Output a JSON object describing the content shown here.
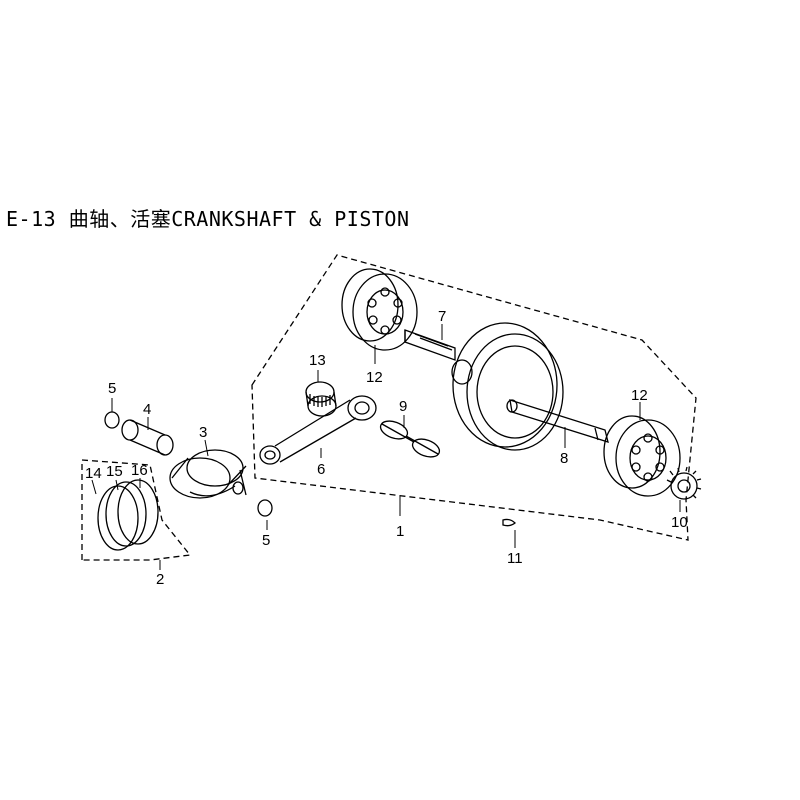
{
  "title": "E-13 曲轴、活塞CRANKSHAFT & PISTON",
  "callouts": [
    {
      "id": "c1",
      "text": "1"
    },
    {
      "id": "c2",
      "text": "2"
    },
    {
      "id": "c3",
      "text": "3"
    },
    {
      "id": "c4",
      "text": "4"
    },
    {
      "id": "c5a",
      "text": "5"
    },
    {
      "id": "c5b",
      "text": "5"
    },
    {
      "id": "c6",
      "text": "6"
    },
    {
      "id": "c7",
      "text": "7"
    },
    {
      "id": "c8",
      "text": "8"
    },
    {
      "id": "c9",
      "text": "9"
    },
    {
      "id": "c10",
      "text": "10"
    },
    {
      "id": "c11",
      "text": "11"
    },
    {
      "id": "c12a",
      "text": "12"
    },
    {
      "id": "c12b",
      "text": "12"
    },
    {
      "id": "c13",
      "text": "13"
    },
    {
      "id": "c14",
      "text": "14"
    },
    {
      "id": "c15",
      "text": "15"
    },
    {
      "id": "c16",
      "text": "16"
    }
  ]
}
